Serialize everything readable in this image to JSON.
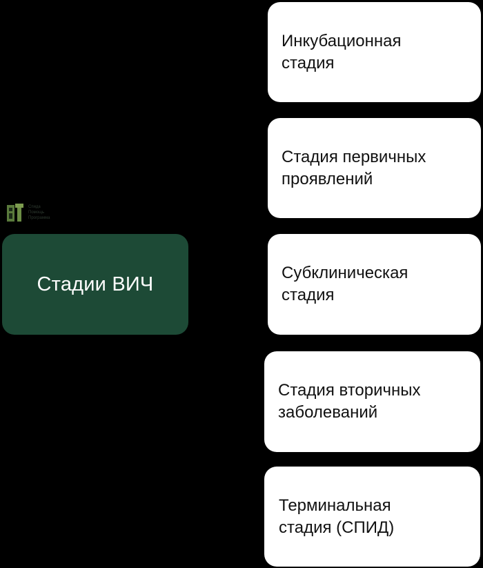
{
  "diagram": {
    "root": {
      "label": "Стадии ВИЧ",
      "color": "#1d4a36"
    },
    "stages": [
      {
        "label": "Инкубационная\nстадия"
      },
      {
        "label": "Стадия первичных\nпроявлений"
      },
      {
        "label": "Субклиническая\nстадия"
      },
      {
        "label": "Стадия вторичных\nзаболеваний"
      },
      {
        "label": "Терминальная\nстадия (СПИД)"
      }
    ]
  },
  "watermark": {
    "icon": "logo-icon",
    "lines": [
      "Спида",
      "Помощь",
      "Программа"
    ]
  }
}
